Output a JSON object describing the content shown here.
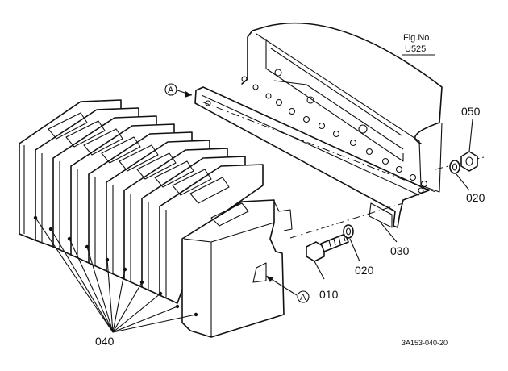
{
  "figure": {
    "fig_label": "Fig.No.",
    "fig_number": "U525",
    "drawing_code": "3A153-040-20"
  },
  "callouts": {
    "part_010": "010",
    "part_020_upper": "020",
    "part_020_lower": "020",
    "part_030": "030",
    "part_040": "040",
    "part_050": "050"
  },
  "markers": {
    "a_top": "A",
    "a_bottom": "A"
  }
}
